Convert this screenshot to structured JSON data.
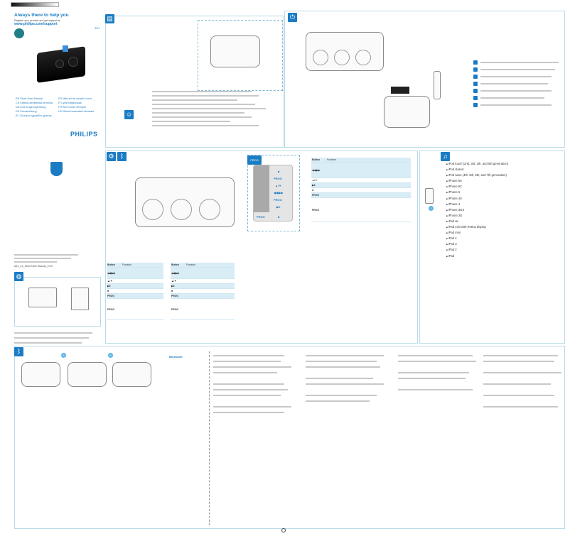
{
  "cover": {
    "title": "Always there to help you",
    "register_text": "Register your product and get support at",
    "url": "www.philips.com/support",
    "model": "AZ1",
    "brand": "PHILIPS",
    "languages_left": [
      "EN Short User Manual",
      "CS Krátká uživatelská příručka",
      "DA Kort brugervejledning",
      "DE Kurzanleitung",
      "EL Σύντομο εγχειρίδιο χρήσης"
    ],
    "languages_right": [
      "ES Manual de usuario corto",
      "FI Lyhyt käyttöopas",
      "FR Bref mode d'emploi",
      "HU Rövid használati útmutató"
    ],
    "footer_code": "AZ1_10_Short User Manual_V3.0"
  },
  "remote": {
    "prog_badge": "PROG",
    "buttons": [
      "■",
      "PROG",
      "▲/▼",
      "◀◀/▶▶",
      "PROG",
      "▶II"
    ],
    "bottom_left": "PROG",
    "bottom_right": "■"
  },
  "tables": {
    "header_button": "Button",
    "header_function": "Function",
    "rows": [
      "◀◀/▶▶",
      "▲/▼",
      "▶II",
      "■",
      "PROG",
      "PROG"
    ]
  },
  "ipod_list": [
    "iPod touch (2nd, 3rd, 4th, and 5th generation)",
    "iPod classic",
    "iPod nano (4th, 5th, 6th, and 7th generation)",
    "iPhone 5S",
    "iPhone 5C",
    "iPhone 5",
    "iPhone 4S",
    "iPhone 4",
    "iPhone 3GS",
    "iPhone 3G",
    "iPad air",
    "iPad mini with Retina display",
    "iPad mini",
    "iPad 4",
    "iPad 3",
    "iPad 2",
    "iPad"
  ],
  "bottom": {
    "section_a": "A",
    "section_b": "B",
    "bluetooth_heading": "Bluetooth"
  },
  "colors": {
    "accent": "#1b7cc4",
    "panel_border": "#b9dbe8",
    "highlight": "#d9edf6"
  }
}
